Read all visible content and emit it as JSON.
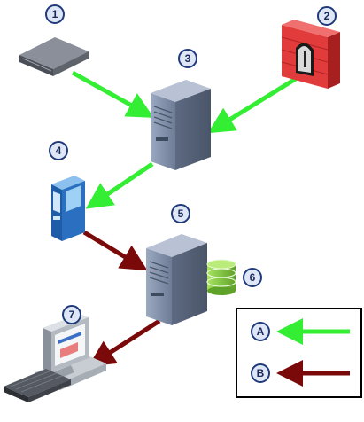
{
  "badges": {
    "b1": "1",
    "b2": "2",
    "b3": "3",
    "b4": "4",
    "b5": "5",
    "b6": "6",
    "b7": "7"
  },
  "legend": {
    "a_label": "A",
    "b_label": "B"
  },
  "colors": {
    "green_arrow": "#33ee33",
    "red_arrow": "#7a0a0a",
    "badge_fill": "#dfe7f7",
    "badge_stroke": "#1f3a7a",
    "server_body": "#7f8fa8",
    "firewall": "#e23b3b",
    "kiosk": "#2a6fc0",
    "database": "#8cd34a"
  },
  "icons": {
    "node1": "network-appliance-icon",
    "node2": "firewall-icon",
    "node3": "server-icon",
    "node4": "kiosk-icon",
    "node5": "server-icon",
    "node6": "database-icon",
    "node7": "workstation-icon"
  }
}
